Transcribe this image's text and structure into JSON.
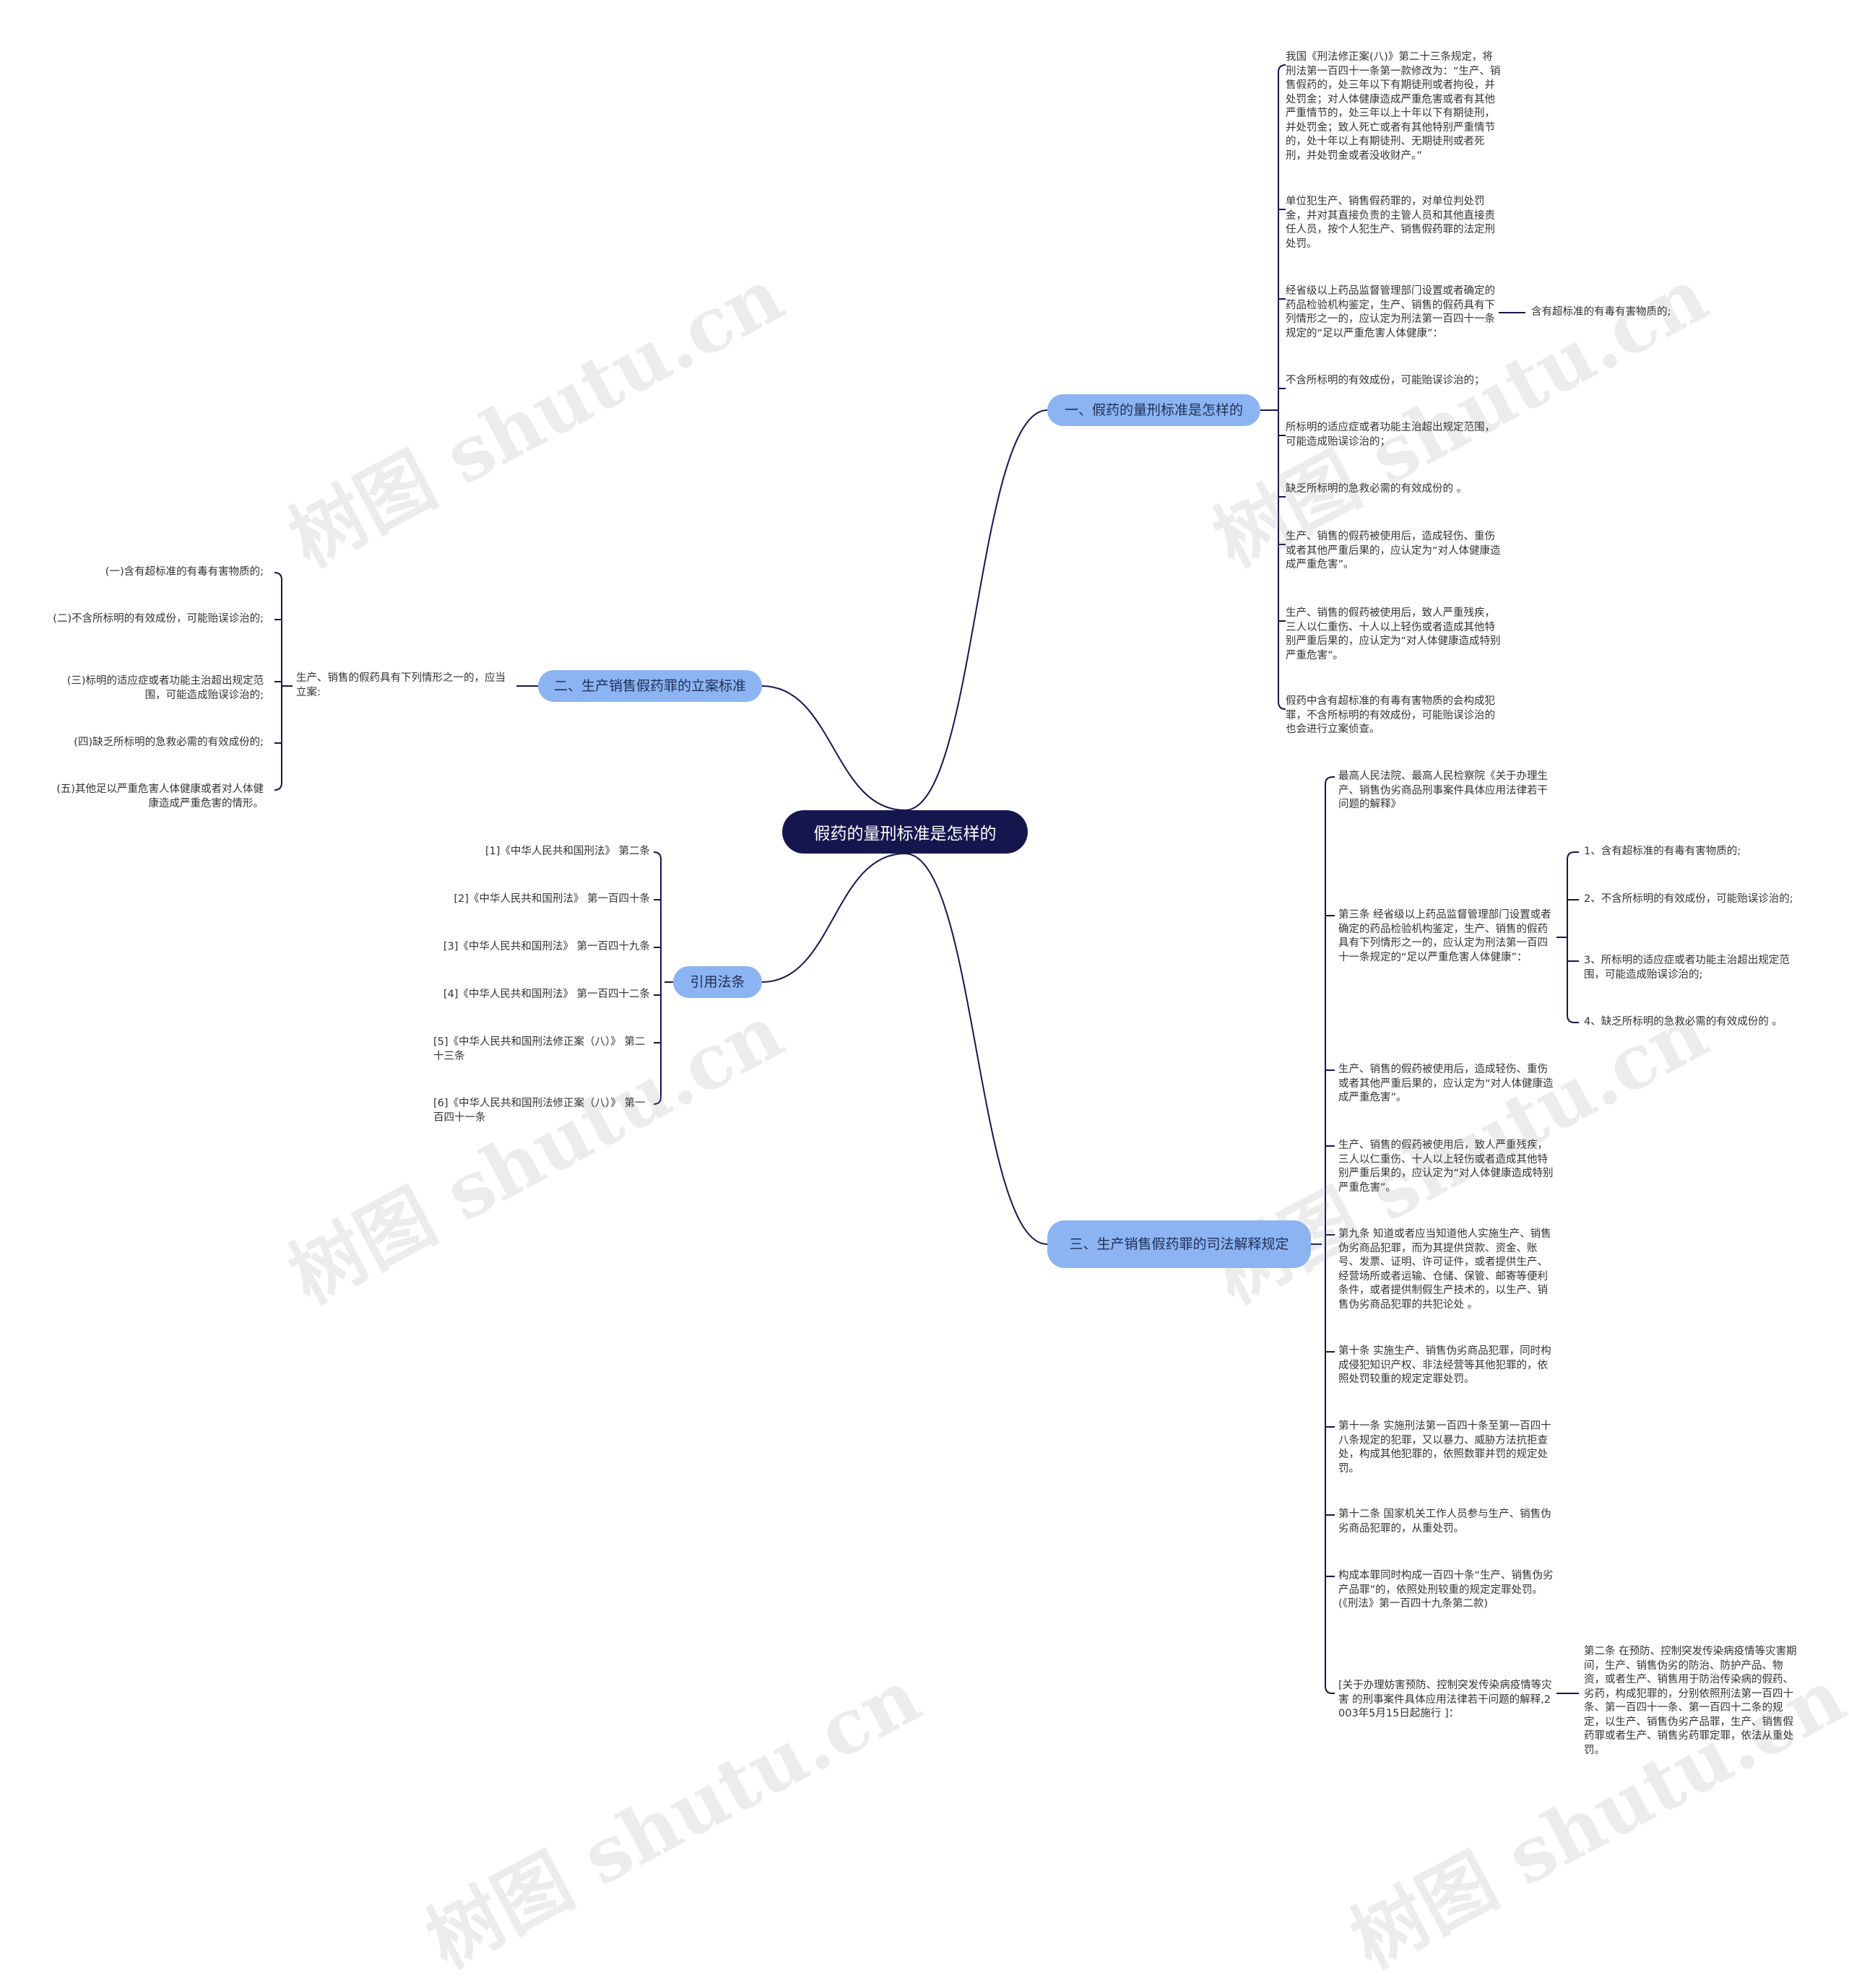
{
  "root": "假药的量刑标准是怎样的",
  "branch1": {
    "label": "一、假药的量刑标准是怎样的",
    "items": [
      "我国《刑法修正案(八)》第二十三条规定，将刑法第一百四十一条第一款修改为：“生产、销售假药的，处三年以下有期徒刑或者拘役，并处罚金；对人体健康造成严重危害或者有其他严重情节的，处三年以上十年以下有期徒刑，并处罚金；致人死亡或者有其他特别严重情节的，处十年以上有期徒刑、无期徒刑或者死刑，并处罚金或者没收财产。”",
      "单位犯生产、销售假药罪的，对单位判处罚金，并对其直接负责的主管人员和其他直接责任人员，按个人犯生产、销售假药罪的法定刑处罚。",
      "经省级以上药品监督管理部门设置或者确定的药品检验机构鉴定，生产、销售的假药具有下列情形之一的，应认定为刑法第一百四十一条规定的“足以严重危害人体健康”：",
      "不含所标明的有效成份，可能贻误诊治的；",
      "所标明的适应症或者功能主治超出规定范围，可能造成贻误诊治的；",
      "缺乏所标明的急救必需的有效成份的 。",
      "生产、销售的假药被使用后，造成轻伤、重伤或者其他严重后果的，应认定为“对人体健康造成严重危害”。",
      "生产、销售的假药被使用后，致人严重残疾，三人以仁重伤、十人以上轻伤或者造成其他特别严重后果的，应认定为“对人体健康造成特别严重危害”。",
      "假药中含有超标准的有毒有害物质的会构成犯罪，不含所标明的有效成份，可能贻误诊治的也会进行立案侦查。"
    ],
    "sub": "含有超标准的有毒有害物质的;"
  },
  "branch2": {
    "label": "二、生产销售假药罪的立案标准",
    "intro": "生产、销售的假药具有下列情形之一的，应当立案:",
    "items": [
      "(一)含有超标准的有毒有害物质的;",
      "(二)不含所标明的有效成份，可能贻误诊治的;",
      "(三)标明的适应症或者功能主治超出规定范围，可能造成贻误诊治的;",
      "(四)缺乏所标明的急救必需的有效成份的;",
      "(五)其他足以严重危害人体健康或者对人体健康造成严重危害的情形。"
    ]
  },
  "branch3": {
    "label": "引用法条",
    "items": [
      "[1]《中华人民共和国刑法》 第二条",
      "[2]《中华人民共和国刑法》 第一百四十条",
      "[3]《中华人民共和国刑法》 第一百四十九条",
      "[4]《中华人民共和国刑法》 第一百四十二条",
      "[5]《中华人民共和国刑法修正案（八）》 第二十三条",
      "[6]《中华人民共和国刑法修正案（八）》 第一百四十一条"
    ]
  },
  "branch4": {
    "label": "三、生产销售假药罪的司法解释规定",
    "items": [
      "最高人民法院、最高人民检察院《关于办理生产、销售伪劣商品刑事案件具体应用法律若干问题的解释》",
      "第三条 经省级以上药品监督管理部门设置或者确定的药品检验机构鉴定，生产、销售的假药具有下列情形之一的，应认定为刑法第一百四十一条规定的“足以严重危害人体健康”：",
      "生产、销售的假药被使用后，造成轻伤、重伤或者其他严重后果的，应认定为“对人体健康造成严重危害”。",
      "生产、销售的假药被使用后，致人严重残疾，三人以仁重伤、十人以上轻伤或者造成其他特别严重后果的，应认定为“对人体健康造成特别严重危害”。",
      "第九条 知道或者应当知道他人实施生产、销售伪劣商品犯罪，而为其提供贷款、资金、账号、发票、证明、许可证件，或者提供生产、经营场所或者运输、仓储、保管、邮寄等便利条件，或者提供制假生产技术的，以生产、销售伪劣商品犯罪的共犯论处 。",
      "第十条 实施生产、销售伪劣商品犯罪，同时构成侵犯知识产权、非法经营等其他犯罪的，依照处罚较重的规定定罪处罚。",
      "第十一条 实施刑法第一百四十条至第一百四十八条规定的犯罪，又以暴力、威胁方法抗拒查处，构成其他犯罪的，依照数罪并罚的规定处罚。",
      "第十二条 国家机关工作人员参与生产、销售伪劣商品犯罪的，从重处罚。",
      "构成本罪同时构成一百四十条“生产、销售伪劣产品罪”的，依照处刑较重的规定定罪处罚。(《刑法》第一百四十九条第二款)",
      "[关于办理妨害预防、控制突发传染病疫情等灾害 的刑事案件具体应用法律若干问题的解释,2003年5月15日起施行 ]："
    ],
    "sub3": [
      "1、含有超标准的有毒有害物质的;",
      "2、不含所标明的有效成份，可能贻误诊治的;",
      "3、所标明的适应症或者功能主治超出规定范围，可能造成贻误诊治的;",
      "4、缺乏所标明的急救必需的有效成份的 。"
    ],
    "sub_last": "第二条 在预防、控制突发传染病疫情等灾害期间，生产、销售伪劣的防治、防护产品、物资，或者生产、销售用于防治传染病的假药、劣药，构成犯罪的，分别依照刑法第一百四十条、第一百四十一条、第一百四十二条的规定，以生产、销售伪劣产品罪，生产、销售假药罪或者生产、销售劣药罪定罪，依法从重处罚。"
  },
  "watermark": "树图 shutu.cn",
  "colors": {
    "root_bg": "#16164f",
    "branch_bg": "#8cb4f3",
    "line": "#16164f"
  }
}
